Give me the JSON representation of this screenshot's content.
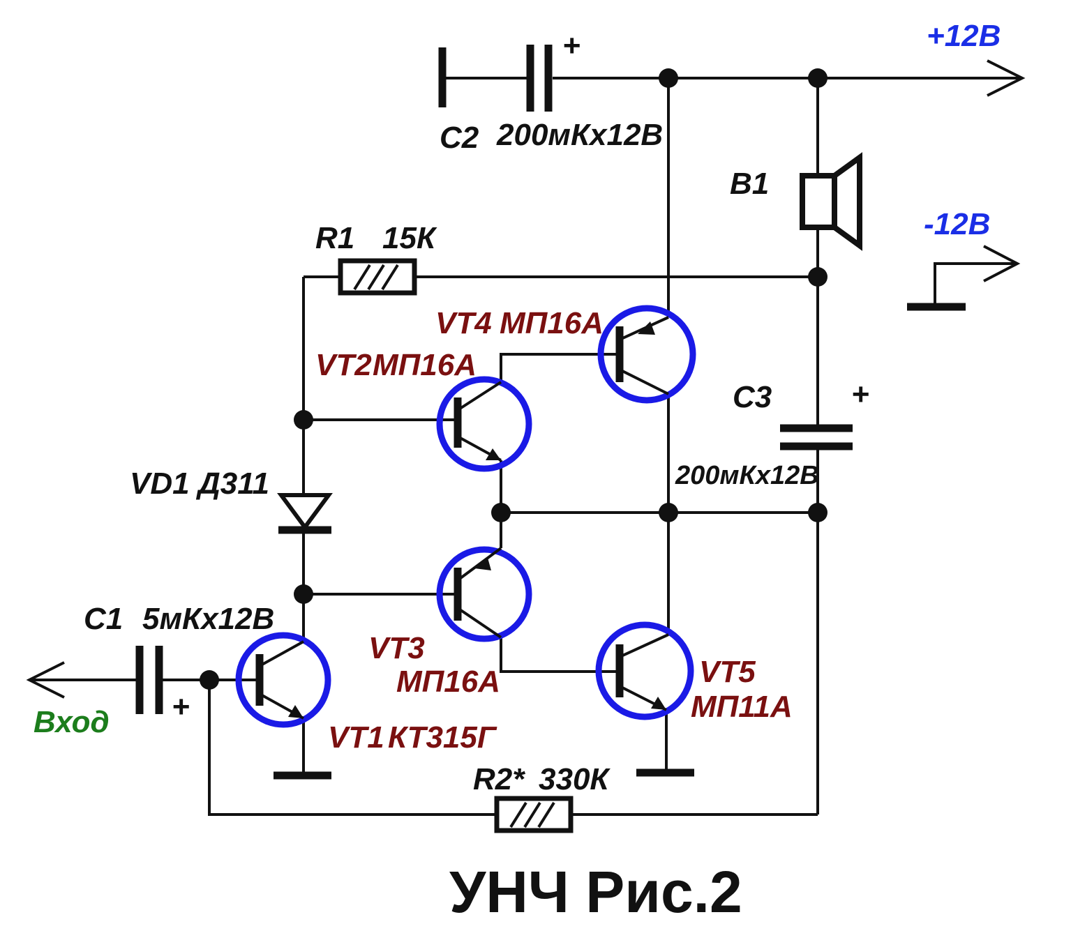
{
  "title": "УНЧ Рис.2",
  "colors": {
    "wire": "#111111",
    "transistor_ring": "#1a1ae6",
    "component_label": "#7a1010",
    "supply_label": "#1a2ee6",
    "input_label": "#1c7d1c"
  },
  "labels": {
    "supply_plus": "+12В",
    "supply_minus": "-12В",
    "input": "Вход",
    "c1": "С1",
    "c1_value": "5мКх12В",
    "c2": "С2",
    "c2_value": "200мКх12В",
    "c3": "С3",
    "c3_value": "200мКх12В",
    "r1": "R1",
    "r1_value": "15К",
    "r2": "R2*",
    "r2_value": "330К",
    "b1": "В1",
    "vd1": "VD1",
    "vd1_type": "Д311",
    "vt1": "VT1",
    "vt1_type": "КТ315Г",
    "vt2": "VT2",
    "vt2_type": "МП16А",
    "vt3": "VT3",
    "vt3_type": "МП16А",
    "vt4": "VT4",
    "vt4_type": "МП16А",
    "vt5": "VT5",
    "vt5_type": "МП11А",
    "plus_c1": "+",
    "plus_c2": "+",
    "plus_c3": "+"
  }
}
